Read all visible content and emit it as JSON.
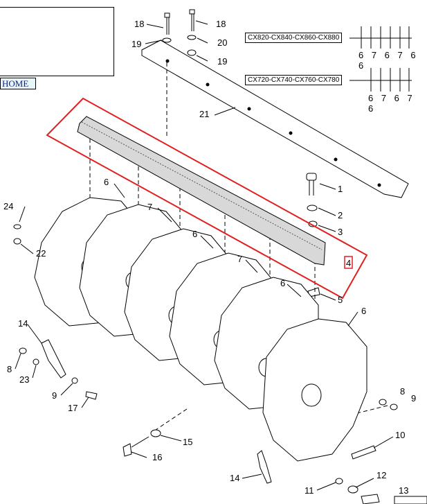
{
  "nav": {
    "home_label": "HOME"
  },
  "models": {
    "set_a": {
      "label": "CX820-CX840-CX860-CX880",
      "codes": "6 7 6 7 6 6"
    },
    "set_b": {
      "label": "CX720-CX740-CX760-CX780",
      "codes": "6 7 6 7 6"
    }
  },
  "callouts": {
    "c1": "1",
    "c2": "2",
    "c3": "3",
    "c4": "4",
    "c5": "5",
    "c6a": "6",
    "c6b": "6",
    "c6c": "6",
    "c6d": "6",
    "c7a": "7",
    "c7b": "7",
    "c8a": "8",
    "c8b": "8",
    "c9a": "9",
    "c9b": "9",
    "c10": "10",
    "c11": "11",
    "c12": "12",
    "c13": "13",
    "c14a": "14",
    "c14b": "14",
    "c15": "15",
    "c16": "16",
    "c17": "17",
    "c18a": "18",
    "c18b": "18",
    "c19a": "19",
    "c19b": "19",
    "c20": "20",
    "c21": "21",
    "c22": "22",
    "c23": "23",
    "c24": "24"
  },
  "highlight_color": "#e02020"
}
